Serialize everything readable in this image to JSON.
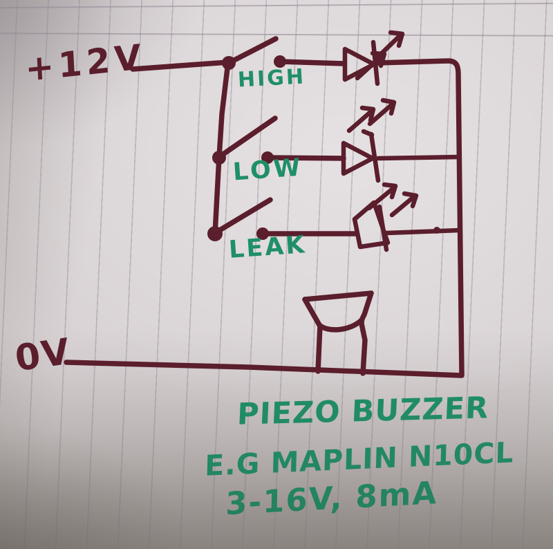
{
  "colors": {
    "ink": "#5a1e2c",
    "green": "#1f8f68",
    "paper": "#d9d3d5",
    "ruling": "#8f8694"
  },
  "labels": {
    "supply": "+12V",
    "ground": "0V"
  },
  "switches": [
    {
      "label": "HIGH"
    },
    {
      "label": "LOW"
    },
    {
      "label": "LEAK"
    }
  ],
  "notes": {
    "line1": "PIEZO BUZZER",
    "line2": "E.G MAPLIN N10CL",
    "line3": "3-16V, 8mA"
  },
  "icons": {
    "led": "led-symbol",
    "switch": "spst-switch-symbol",
    "buzzer": "piezo-buzzer-symbol"
  }
}
